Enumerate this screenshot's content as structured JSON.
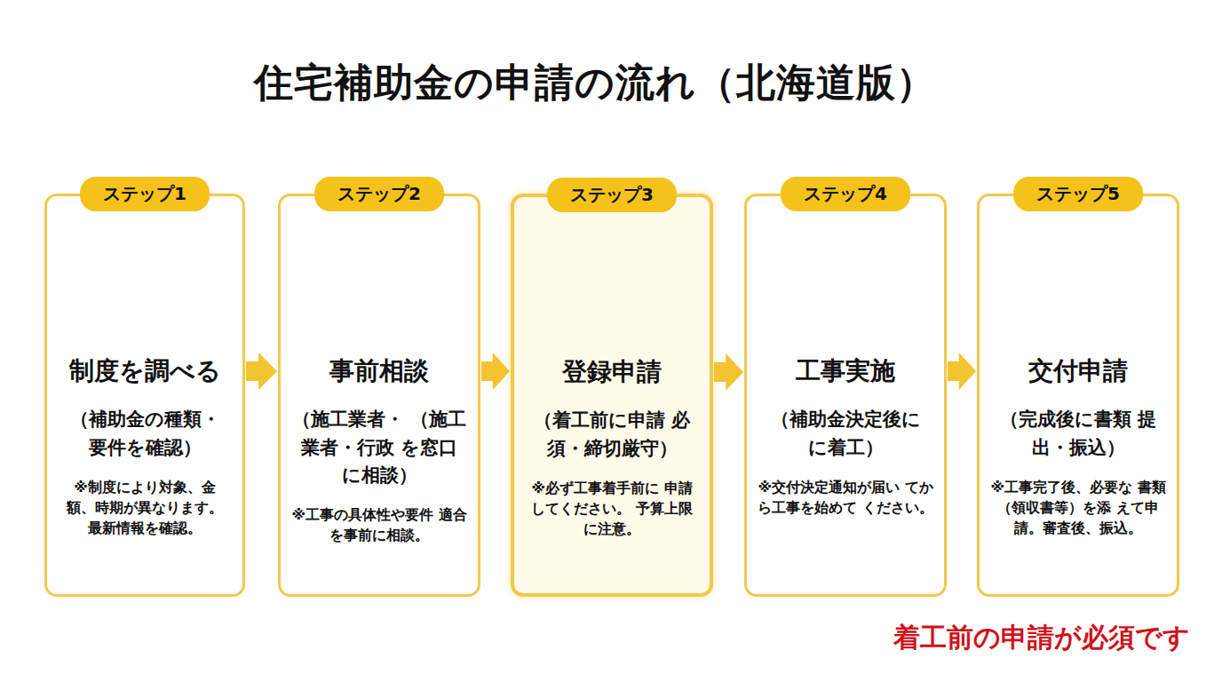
{
  "diagram": {
    "title": "住宅補助金の申請の流れ（北海道版）",
    "nodes": [
      {
        "text": [
          "ステップ1",
          "制度を調べる",
          "（補助金の種類・ 要件を確認）",
          "※制度により対象、金 額、時期が異なります。 最新情報を確認。"
        ]
      },
      {
        "text": [
          "ステップ2",
          "事前相談",
          "（施工業者・ （施工業者・行政 を窓口に相談）",
          "※工事の具体性や要件 適合を事前に相談。"
        ]
      },
      {
        "text": [
          "ステップ3",
          "登録申請",
          "（着工前に申請 必須・締切厳守）",
          "※必ず工事着手前に 申請してください。 予算上限に注意。"
        ]
      },
      {
        "text": [
          "ステップ4",
          "工事実施",
          "（補助金決定後に に着工）",
          "※交付決定通知が届い てから工事を始めて ください。"
        ]
      },
      {
        "text": [
          "ステップ5",
          "交付申請",
          "（完成後に書類 提出・振込）",
          "※工事完了後、必要な 書類（領収書等）を添 えて申請。審査後、振込。"
        ]
      }
    ],
    "edges": [
      {
        "from": 0,
        "to": 1,
        "arrow": "to"
      },
      {
        "from": 1,
        "to": 2,
        "arrow": "to"
      },
      {
        "from": 2,
        "to": 3,
        "arrow": "to"
      },
      {
        "from": 3,
        "to": 4,
        "arrow": "to"
      }
    ],
    "labels": [
      "着工前の申請が必須です"
    ]
  }
}
